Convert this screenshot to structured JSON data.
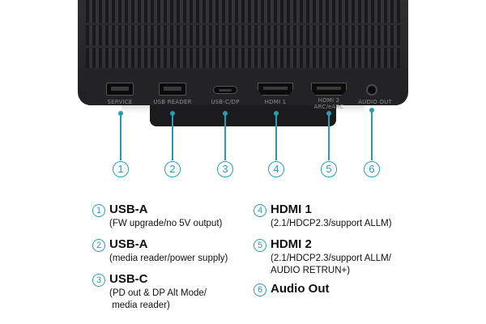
{
  "ports": [
    {
      "id": 1,
      "label": "SERVICE",
      "icon": "usb-icon"
    },
    {
      "id": 2,
      "label": "USB READER",
      "icon": "usb-a-port-icon"
    },
    {
      "id": 3,
      "label": "USB-C/DP",
      "icon": "usb-c-port-icon"
    },
    {
      "id": 4,
      "label": "HDMI 1",
      "icon": "hdmi-port-icon"
    },
    {
      "id": 5,
      "label": "HDMI 2\nARC/eARC",
      "icon": "hdmi-port-icon"
    },
    {
      "id": 6,
      "label": "AUDIO OUT",
      "icon": "audio-jack-icon"
    }
  ],
  "callout_numbers": [
    "1",
    "2",
    "3",
    "4",
    "5",
    "6"
  ],
  "legend": [
    {
      "num": "1",
      "title": "USB-A",
      "desc": [
        "(FW upgrade/no 5V output)"
      ]
    },
    {
      "num": "2",
      "title": "USB-A",
      "desc": [
        "(media reader/power supply)"
      ]
    },
    {
      "num": "3",
      "title": "USB-C",
      "desc": [
        "(PD out & DP Alt Mode/",
        " media reader)"
      ]
    },
    {
      "num": "4",
      "title": "HDMI 1",
      "desc": [
        "(2.1/HDCP2.3/support ALLM)"
      ]
    },
    {
      "num": "5",
      "title": "HDMI 2",
      "desc": [
        "(2.1/HDCP2.3/support ALLM/",
        "AUDIO RETRUN+)"
      ]
    },
    {
      "num": "6",
      "title": "Audio Out",
      "desc": []
    }
  ],
  "colors": {
    "accent": "#2b9bb4",
    "device": "#262628",
    "text": "#111111"
  }
}
